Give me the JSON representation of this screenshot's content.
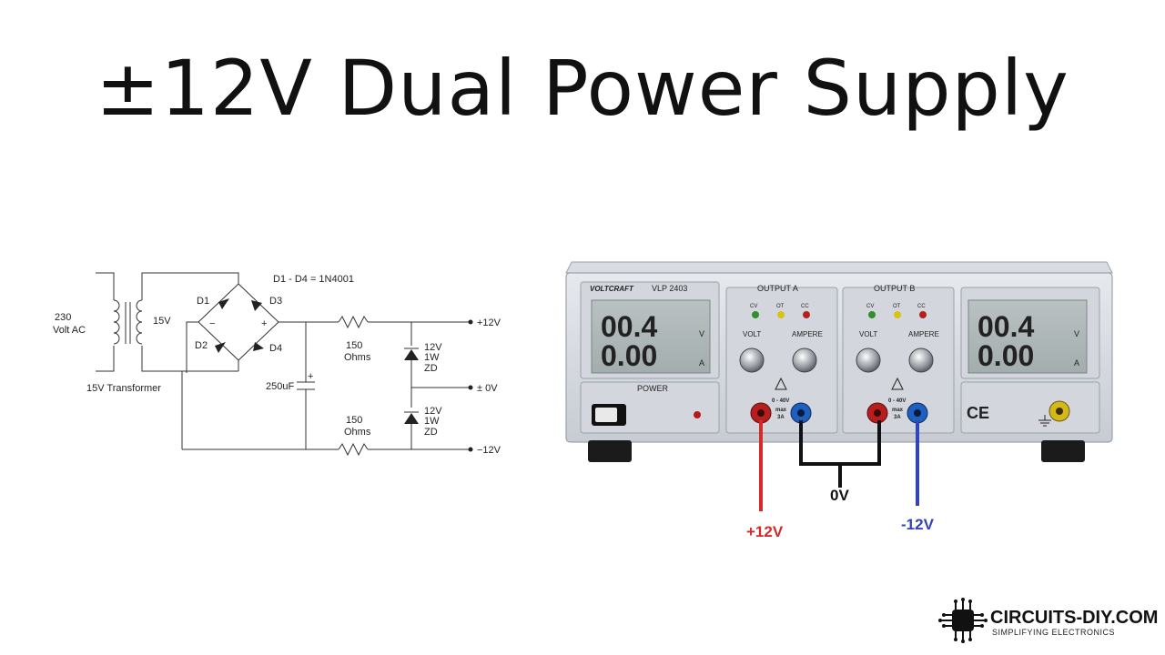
{
  "title": "±12V Dual Power Supply",
  "schematic": {
    "input_line1": "230",
    "input_line2": "Volt AC",
    "secondary": "15V",
    "transformer": "15V Transformer",
    "diode_note": "D1 - D4 = 1N4001",
    "d1": "D1",
    "d2": "D2",
    "d3": "D3",
    "d4": "D4",
    "minus": "−",
    "plus": "+",
    "r_top_value": "150",
    "r_top_unit": "Ohms",
    "r_bot_value": "150",
    "r_bot_unit": "Ohms",
    "capacitor": "250uF",
    "cap_plus": "+",
    "z1_l1": "12V",
    "z1_l2": "1W",
    "z1_l3": "ZD",
    "z2_l1": "12V",
    "z2_l2": "1W",
    "z2_l3": "ZD",
    "out_pos": "+12V",
    "out_zero": "± 0V",
    "out_neg": "−12V"
  },
  "supply": {
    "brand": "VOLTCRAFT",
    "model": "VLP 2403",
    "output_a": "OUTPUT A",
    "output_b": "OUTPUT B",
    "cv": "CV",
    "ot": "OT",
    "cc": "CC",
    "volt": "VOLT",
    "ampere": "AMPERE",
    "power": "POWER",
    "left_v": "00.4",
    "left_a": "0.00",
    "right_v": "00.4",
    "right_a": "0.00",
    "unit_v": "V",
    "unit_a": "A",
    "range": "0 - 40V",
    "max": "max",
    "max_current": "3A",
    "ce": "CE"
  },
  "wires": {
    "pos": "+12V",
    "zero": "0V",
    "neg": "-12V",
    "pos_color": "#d42a2a",
    "neg_color": "#3344bb",
    "zero_color": "#111111"
  },
  "logo": {
    "name": "CIRCUITS-DIY.COM",
    "tagline": "SIMPLIFYING ELECTRONICS"
  }
}
